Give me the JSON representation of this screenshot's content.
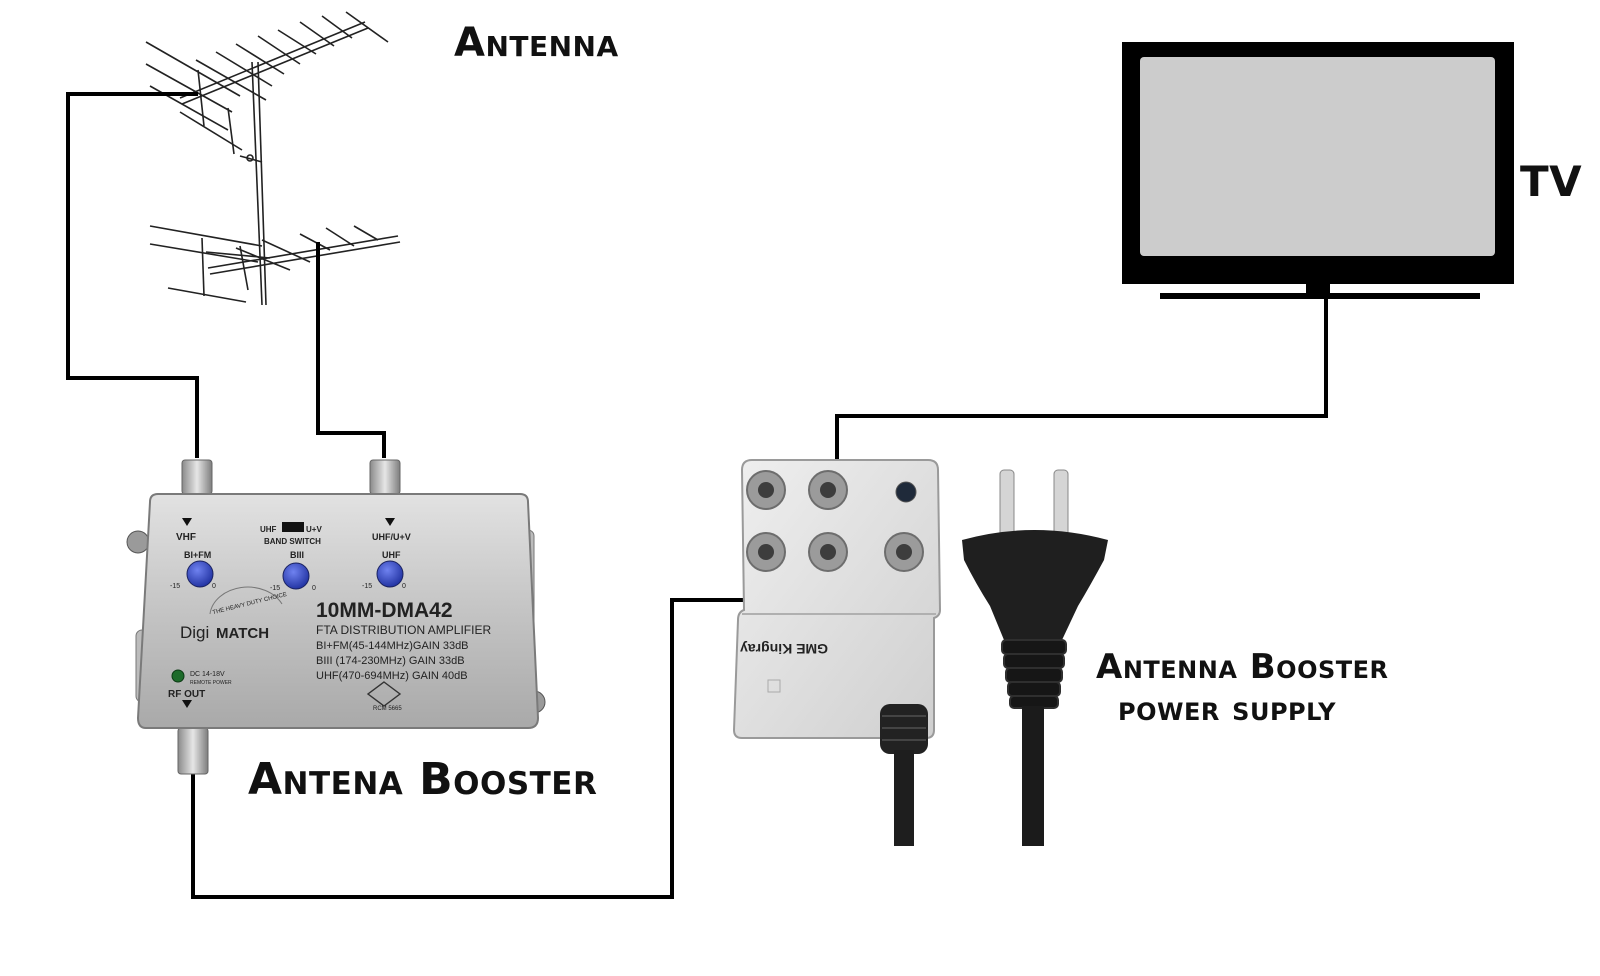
{
  "labels": {
    "antenna": "Antenna",
    "tv": "TV",
    "booster": "Antena Booster",
    "power_line1": "Antenna Booster",
    "power_line2": "power supply"
  },
  "booster": {
    "vhf": "VHF",
    "uhf_switch_left": "UHF",
    "uhf_switch_right": "U+V",
    "band_switch": "BAND SWITCH",
    "uhf_uv": "UHF/U+V",
    "knob1": "BI+FM",
    "knob2": "BIII",
    "knob3": "UHF",
    "knob_min": "-15",
    "knob_max": "0",
    "model": "10MM-DMA42",
    "subtitle": "FTA DISTRIBUTION  AMPLIFIER",
    "spec1": "BI+FM(45-144MHz)GAIN  33dB",
    "spec2": "BIII (174-230MHz)   GAIN  33dB",
    "spec3": "UHF(470-694MHz)   GAIN  40dB",
    "brand_a": "Digi",
    "brand_b": "MATCH",
    "brand_arc": "THE HEAVY DUTY CHOICE",
    "dc": "DC 14-18V",
    "remote": "REMOTE POWER",
    "rf_out": "RF OUT",
    "rcm": "RCM 5665"
  },
  "power_unit": {
    "brand": "GME Kingray"
  },
  "colors": {
    "wire": "#000000",
    "tv_frame": "#000000",
    "tv_screen": "#cccccc",
    "knob": "#2a3fb8",
    "booster_body": "#c9c9c9",
    "psu_body": "#dcdcdc",
    "plug": "#1a1a1a"
  }
}
